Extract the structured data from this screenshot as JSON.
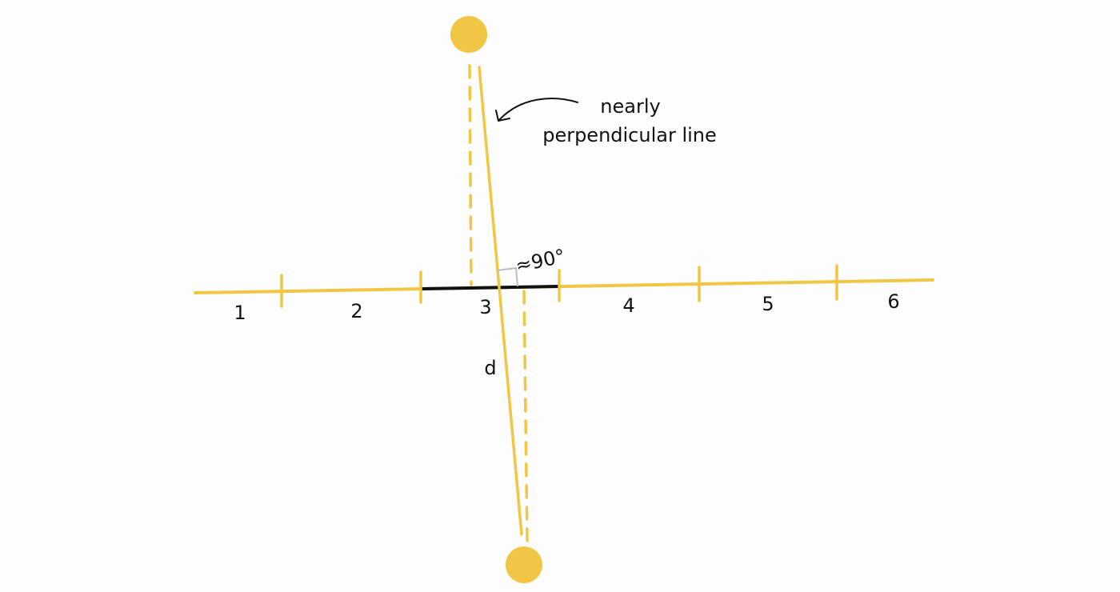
{
  "colors": {
    "accent": "#f1c644",
    "ink": "#111111",
    "marker": "#bdbdbd",
    "background": "#fdfdfd"
  },
  "segments": [
    {
      "label": "1"
    },
    {
      "label": "2"
    },
    {
      "label": "3"
    },
    {
      "label": "4"
    },
    {
      "label": "5"
    },
    {
      "label": "6"
    }
  ],
  "annotation": {
    "line1": "nearly",
    "line2": "perpendicular line"
  },
  "angle_label": "≈90°",
  "distance_label": "d"
}
